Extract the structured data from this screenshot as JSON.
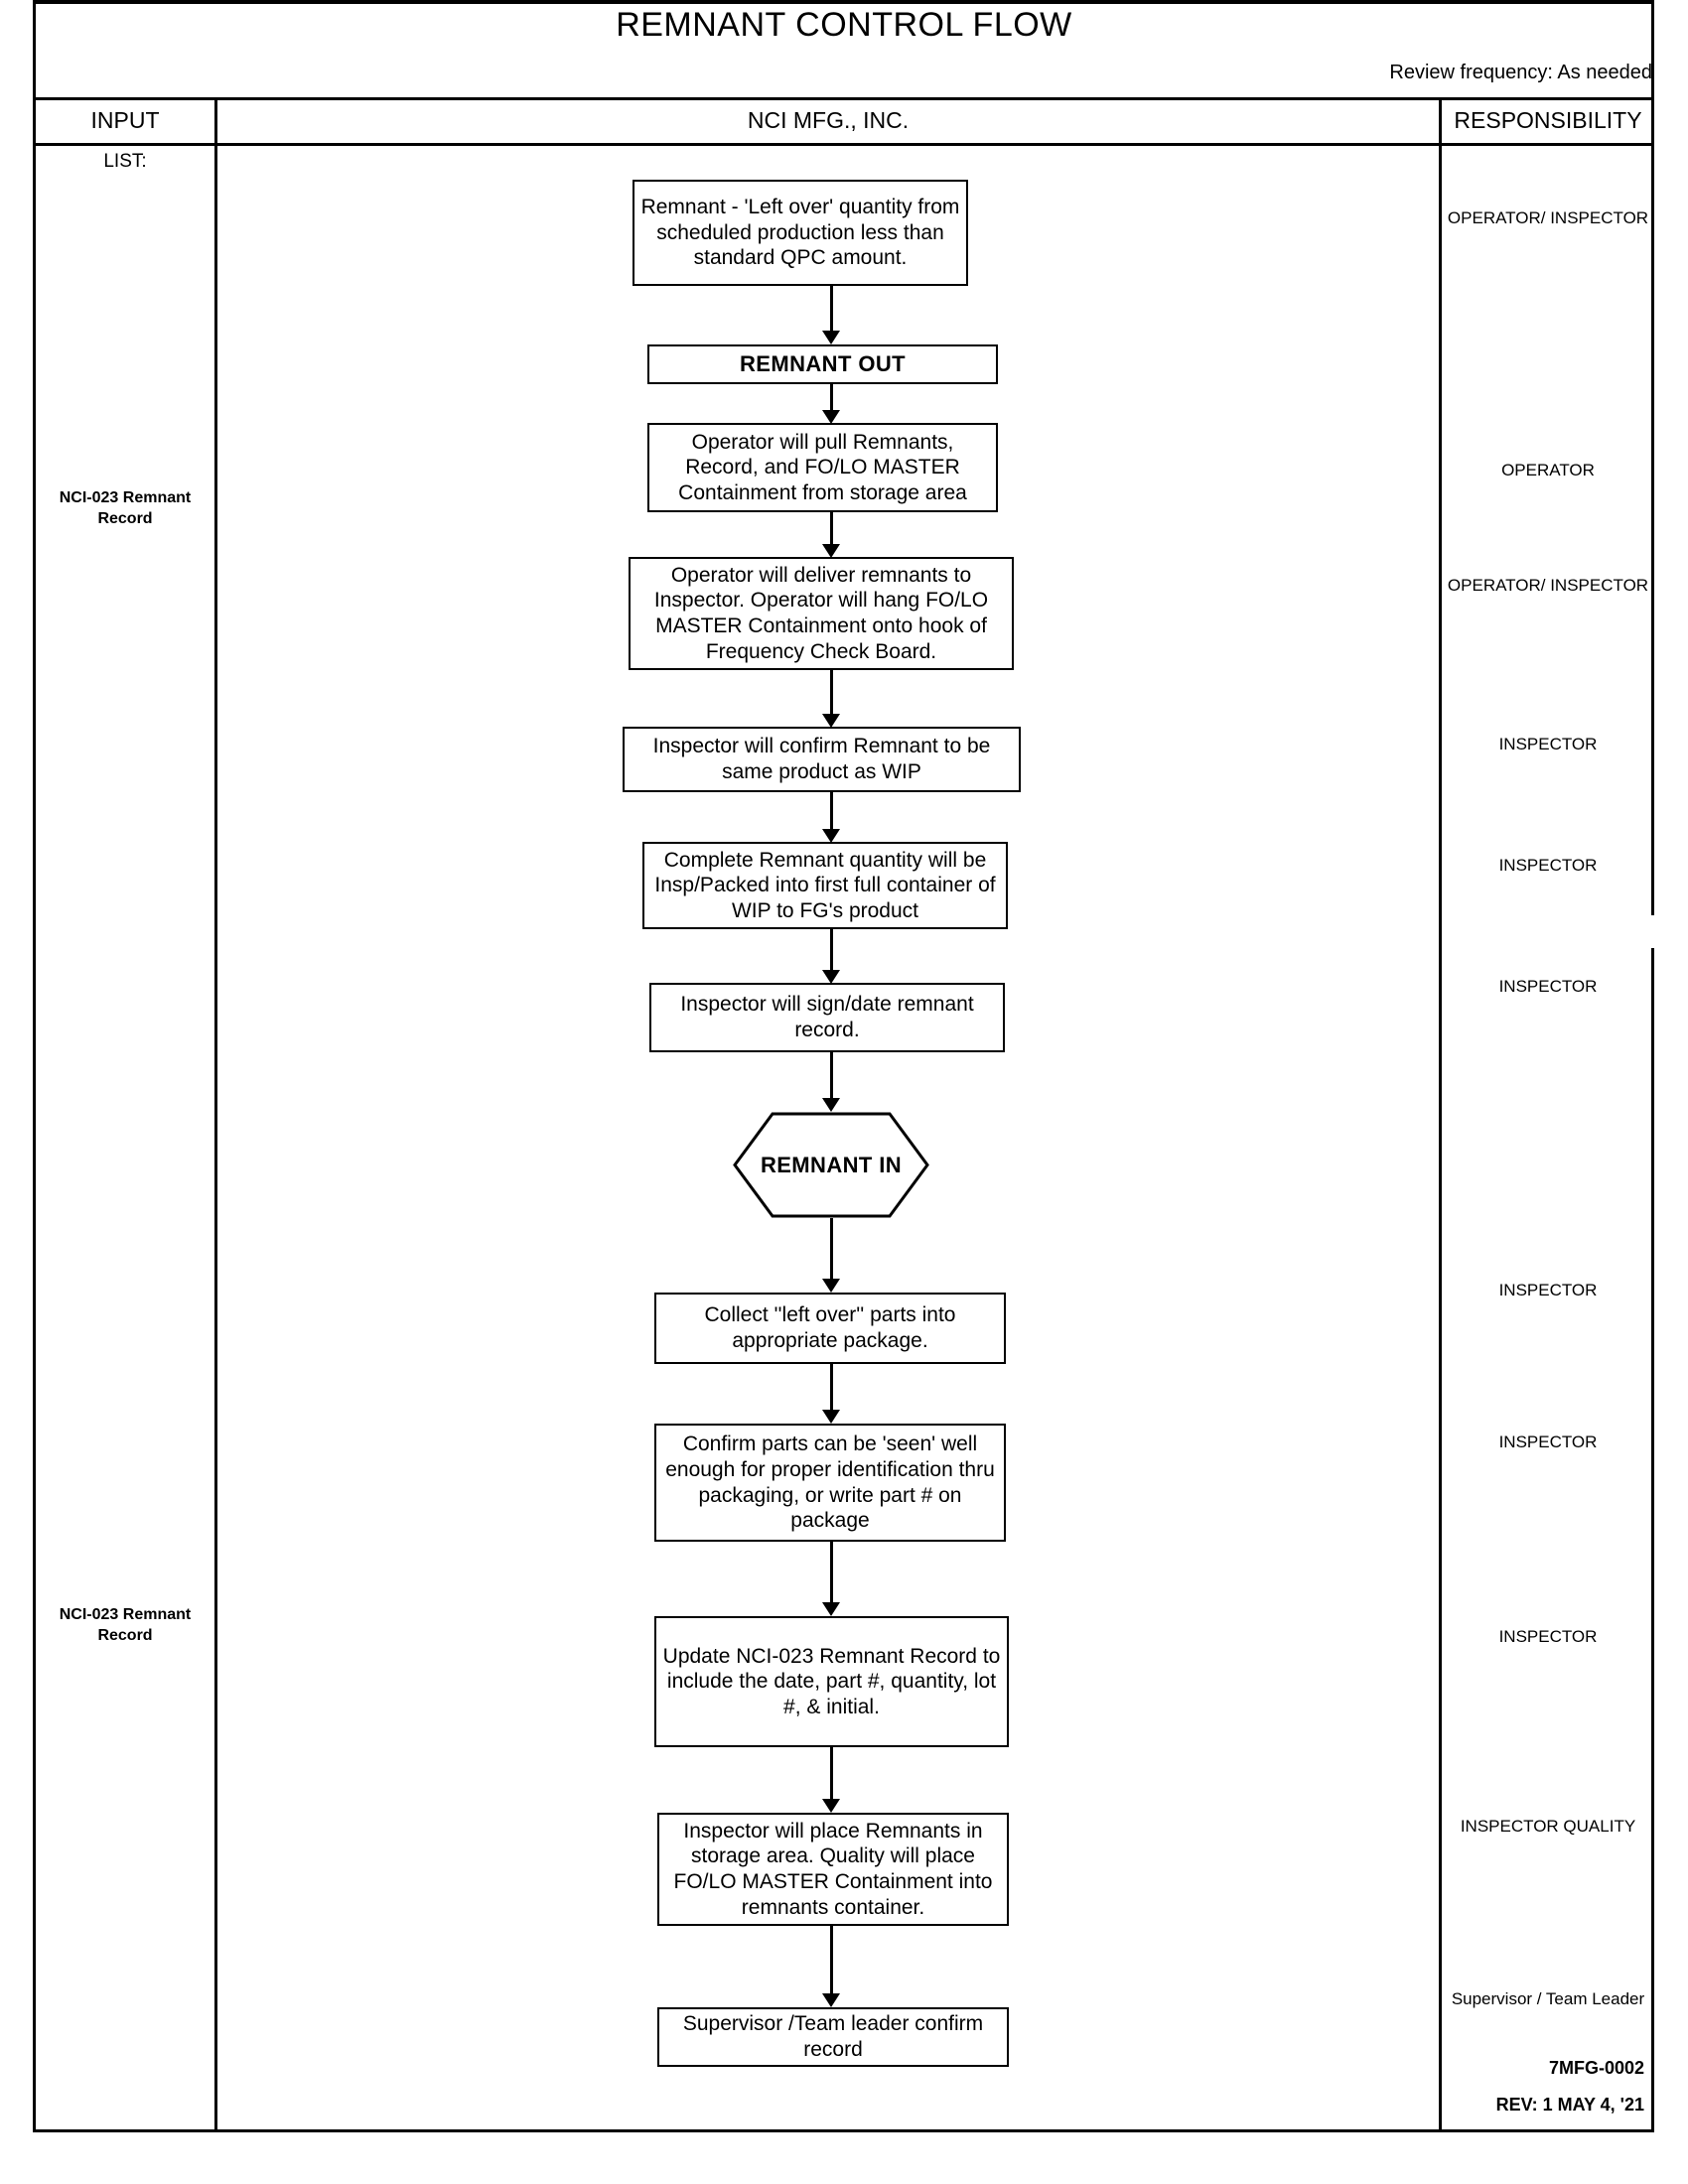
{
  "document": {
    "title": "REMNANT CONTROL FLOW",
    "review_frequency": "Review frequency: As needed",
    "doc_number": "7MFG-0002",
    "revision": "REV:  1 MAY 4, '21"
  },
  "columns": {
    "input_header": "INPUT",
    "main_header": "NCI MFG., INC.",
    "responsibility_header": "RESPONSIBILITY",
    "list_label": "LIST:"
  },
  "input_entries": [
    {
      "text": "NCI-023 Remnant Record"
    },
    {
      "text": "NCI-023 Remnant Record"
    }
  ],
  "responsibilities": [
    {
      "text": "OPERATOR/ INSPECTOR"
    },
    {
      "text": "OPERATOR"
    },
    {
      "text": "OPERATOR/ INSPECTOR"
    },
    {
      "text": "INSPECTOR"
    },
    {
      "text": "INSPECTOR"
    },
    {
      "text": "INSPECTOR"
    },
    {
      "text": "INSPECTOR"
    },
    {
      "text": "INSPECTOR"
    },
    {
      "text": "INSPECTOR"
    },
    {
      "text": "INSPECTOR QUALITY"
    },
    {
      "text": "Supervisor / Team Leader"
    }
  ],
  "flow": {
    "nodes": [
      {
        "id": "n1",
        "shape": "process",
        "text": "Remnant - 'Left over' quantity from scheduled production less than standard QPC amount."
      },
      {
        "id": "n2",
        "shape": "terminator",
        "text": "REMNANT OUT"
      },
      {
        "id": "n3",
        "shape": "process",
        "text": "Operator will pull Remnants, Record, and FO/LO MASTER Containment from storage area"
      },
      {
        "id": "n4",
        "shape": "process",
        "text": "Operator will deliver remnants to Inspector.  Operator will hang FO/LO MASTER Containment onto hook of Frequency Check Board."
      },
      {
        "id": "n5",
        "shape": "process",
        "text": "Inspector will confirm Remnant to be same product as WIP"
      },
      {
        "id": "n6",
        "shape": "process",
        "text": "Complete Remnant quantity will be Insp/Packed into first full container of WIP to FG's product"
      },
      {
        "id": "n7",
        "shape": "process",
        "text": "Inspector will sign/date remnant record."
      },
      {
        "id": "n8",
        "shape": "hexagon",
        "text": "REMNANT IN"
      },
      {
        "id": "n9",
        "shape": "process",
        "text": "Collect ''left over'' parts into appropriate package."
      },
      {
        "id": "n10",
        "shape": "process",
        "text": "Confirm parts can be 'seen' well enough for proper identification thru packaging, or write part # on package"
      },
      {
        "id": "n11",
        "shape": "process",
        "text": "Update NCI-023 Remnant Record to include the date, part #, quantity, lot #, & initial."
      },
      {
        "id": "n12",
        "shape": "process",
        "text": "Inspector will place Remnants in storage area.  Quality will place FO/LO MASTER Containment into remnants container."
      },
      {
        "id": "n13",
        "shape": "process",
        "text": "Supervisor /Team leader confirm record"
      }
    ]
  }
}
